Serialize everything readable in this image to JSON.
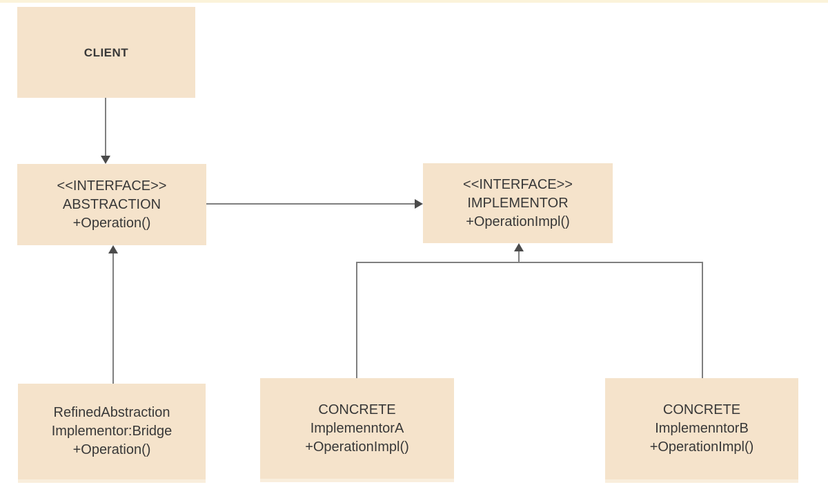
{
  "diagram": {
    "kind": "uml-class-diagram",
    "pattern": "Bridge"
  },
  "colors": {
    "background": "#ffffff",
    "box_fill": "#f5e3cb",
    "box_fill_faded": "#f9eedd",
    "top_strip": "#fbf3da",
    "line": "#7f7f7f",
    "arrowhead": "#4b4b4b",
    "text": "#383838"
  },
  "boxes": {
    "client": {
      "lines": [
        "CLIENT"
      ]
    },
    "abstraction": {
      "lines": [
        "<<INTERFACE>>",
        "ABSTRACTION",
        "+Operation()"
      ]
    },
    "implementor": {
      "lines": [
        "<<INTERFACE>>",
        "IMPLEMENTOR",
        "+OperationImpl()"
      ]
    },
    "refined_abstraction": {
      "lines": [
        "RefinedAbstraction",
        "Implementor:Bridge",
        "+Operation()"
      ]
    },
    "concrete_implementor_a": {
      "lines": [
        "CONCRETE",
        "ImplemenntorA",
        "+OperationImpl()"
      ]
    },
    "concrete_implementor_b": {
      "lines": [
        "CONCRETE",
        "ImplemenntorB",
        "+OperationImpl()"
      ]
    }
  },
  "relationships": [
    {
      "from": "CLIENT",
      "to": "ABSTRACTION",
      "type": "arrow-down"
    },
    {
      "from": "ABSTRACTION",
      "to": "IMPLEMENTOR",
      "type": "arrow-right"
    },
    {
      "from": "RefinedAbstraction",
      "to": "ABSTRACTION",
      "type": "arrow-up"
    },
    {
      "from": "CONCRETE ImplemenntorA",
      "to": "IMPLEMENTOR",
      "type": "arrow-up-via-junction"
    },
    {
      "from": "CONCRETE ImplemenntorB",
      "to": "IMPLEMENTOR",
      "type": "arrow-up-via-junction"
    }
  ]
}
